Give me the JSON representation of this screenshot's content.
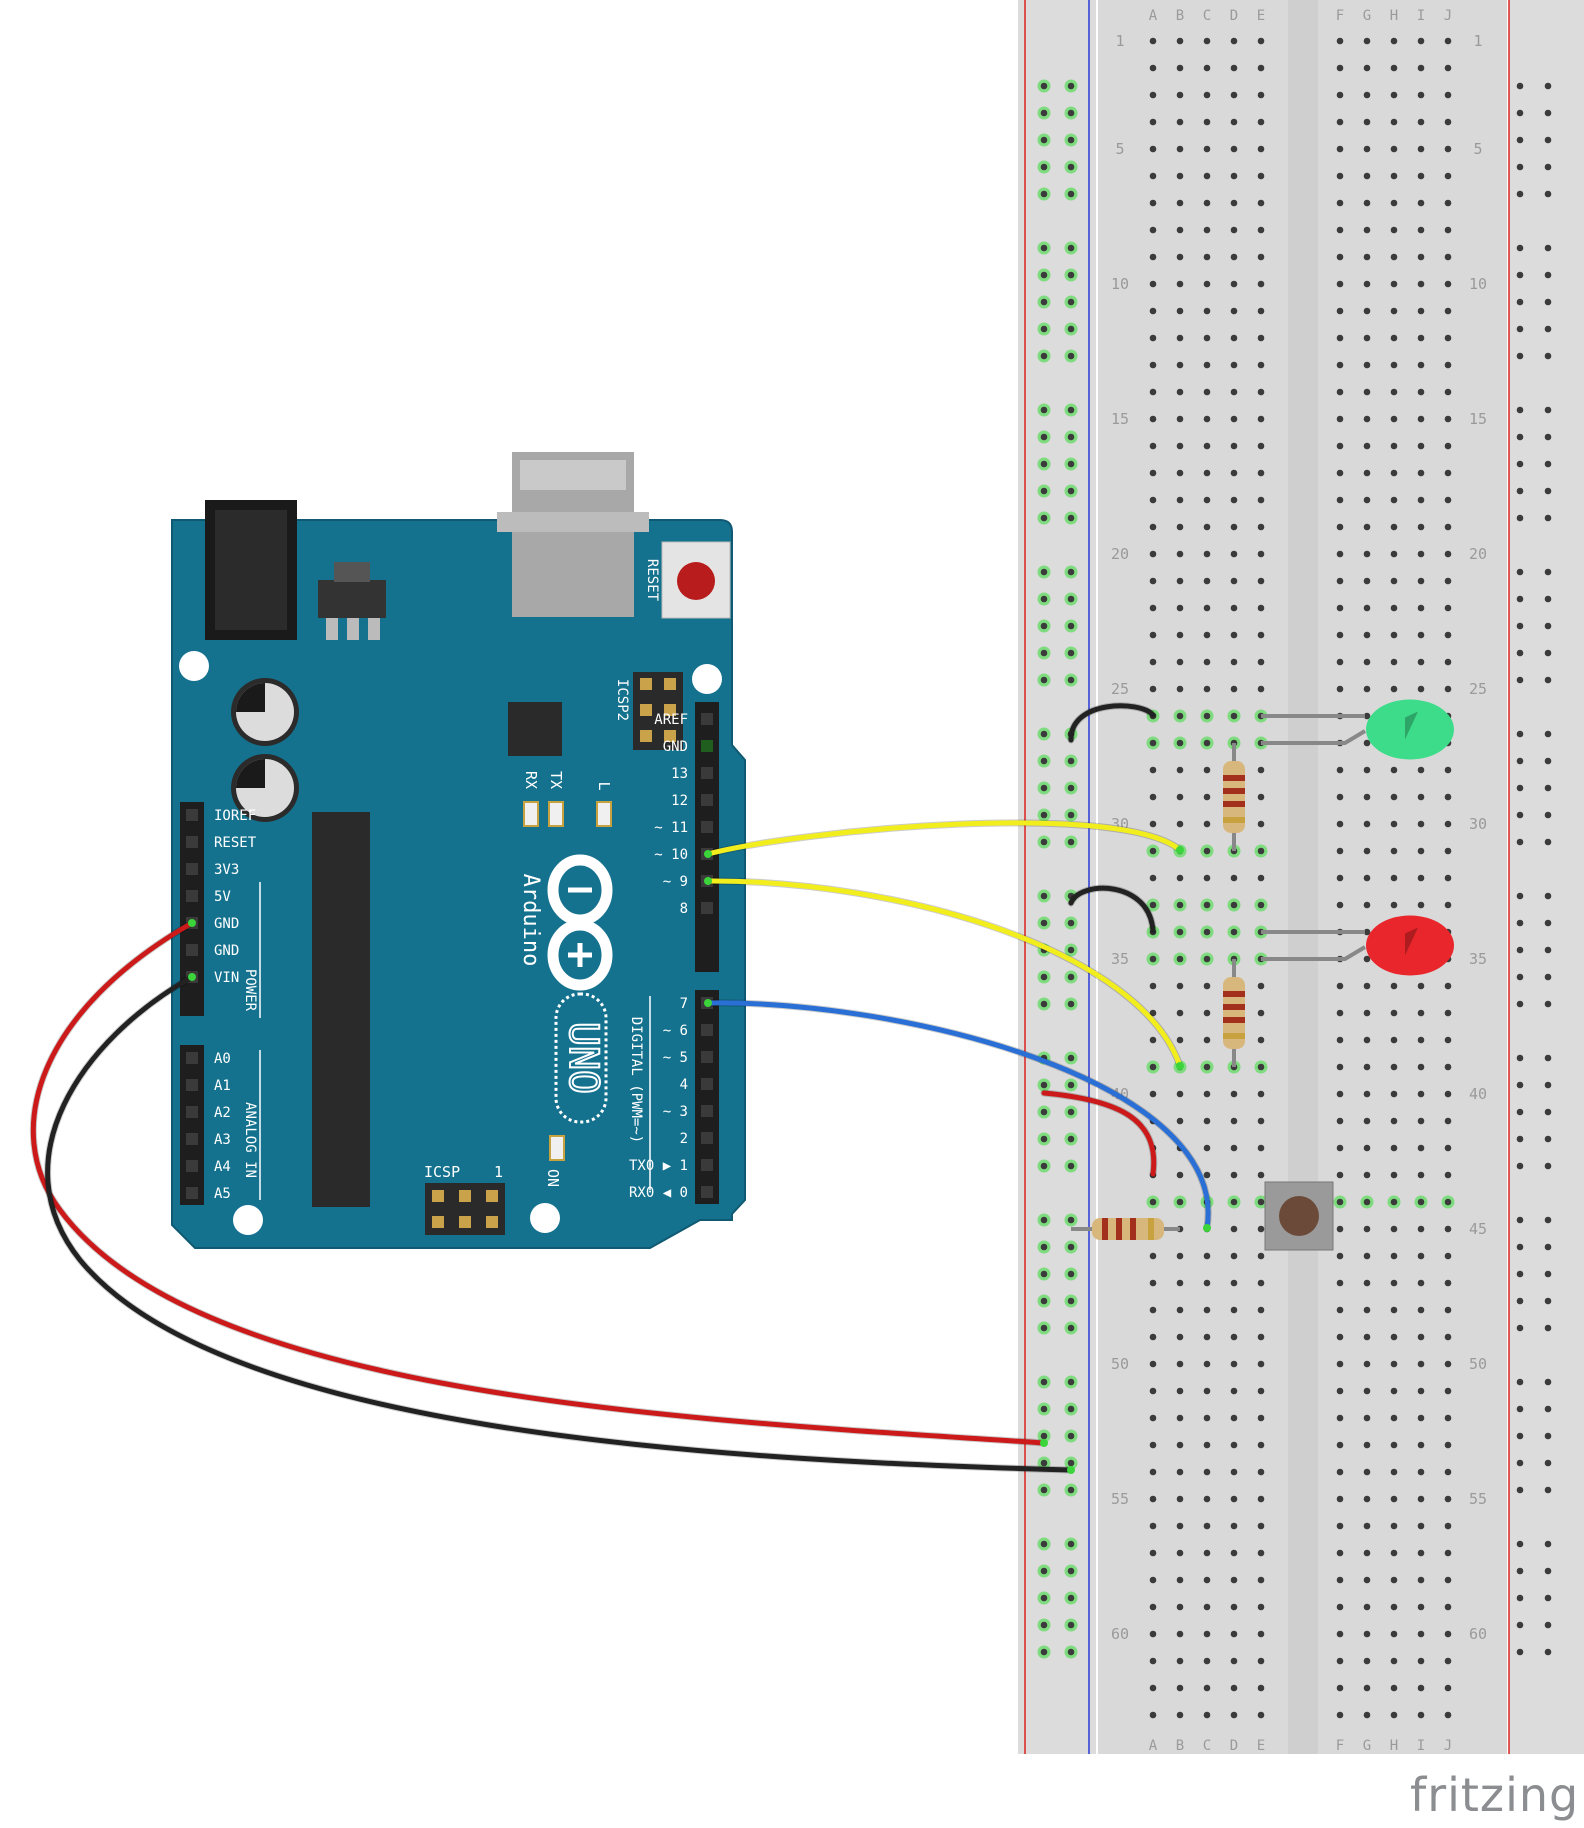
{
  "arduino": {
    "logo_text": "Arduino",
    "model": "UNO",
    "reset_label": "RESET",
    "icsp2_label": "ICSP2",
    "icsp_label": "ICSP",
    "icsp_pin1": "1",
    "led_labels": [
      "RX",
      "TX",
      "L"
    ],
    "on_label": "ON",
    "digital_label": "DIGITAL (PWM=~)",
    "power_label": "POWER",
    "analog_label": "ANALOG IN",
    "power_pins": [
      "IOREF",
      "RESET",
      "3V3",
      "5V",
      "GND",
      "GND",
      "VIN"
    ],
    "analog_pins": [
      "A0",
      "A1",
      "A2",
      "A3",
      "A4",
      "A5"
    ],
    "digital_pins_top": [
      "AREF",
      "GND",
      "13",
      "12",
      "~ 11",
      "~ 10",
      "~ 9",
      "8"
    ],
    "digital_pins_bottom": [
      "7",
      "~ 6",
      "~ 5",
      "4",
      "~ 3",
      "2",
      "TX0 ▶ 1",
      "RX0 ◀ 0"
    ]
  },
  "breadboard": {
    "column_letters_left": [
      "A",
      "B",
      "C",
      "D",
      "E"
    ],
    "column_letters_right": [
      "F",
      "G",
      "H",
      "I",
      "J"
    ],
    "row_numbers": [
      "1",
      "5",
      "10",
      "15",
      "20",
      "25",
      "30",
      "35",
      "40",
      "45",
      "50",
      "55",
      "60"
    ],
    "row_count": 63
  },
  "components": {
    "leds": [
      {
        "name": "green-led",
        "color": "#3ddc8a",
        "row": 26
      },
      {
        "name": "red-led",
        "color": "#e8262b",
        "row": 34
      }
    ],
    "wire_colors": {
      "red": "#cc1a1a",
      "black": "#222222",
      "yellow": "#f2ee1d",
      "blue": "#2a6fd6"
    }
  },
  "brand": {
    "text": "fritzing"
  }
}
